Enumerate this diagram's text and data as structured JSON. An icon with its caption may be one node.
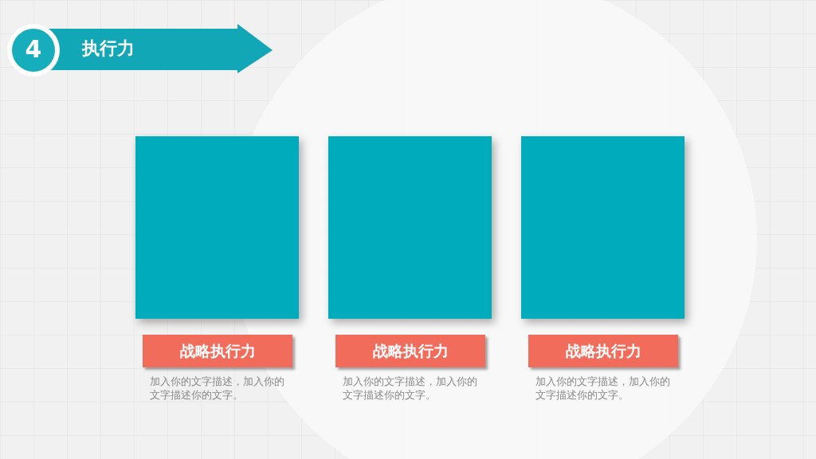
{
  "diagram": {
    "title": "执行力",
    "nodes": [
      {
        "text": [],
        "shape": "box"
      },
      {
        "text": [
          "战略执行力"
        ],
        "beside": [
          "加入你的文字描述，加入你的文字描述你的文字。"
        ]
      },
      {
        "text": [],
        "shape": "box"
      },
      {
        "text": [
          "战略执行力"
        ],
        "beside": [
          "加入你的文字描述，加入你的文字描述你的文字。"
        ]
      },
      {
        "text": [],
        "shape": "box"
      },
      {
        "text": [
          "战略执行力"
        ],
        "beside": [
          "加入你的文字描述，加入你的文字描述你的文字。"
        ]
      }
    ],
    "labels": [
      "4"
    ]
  }
}
